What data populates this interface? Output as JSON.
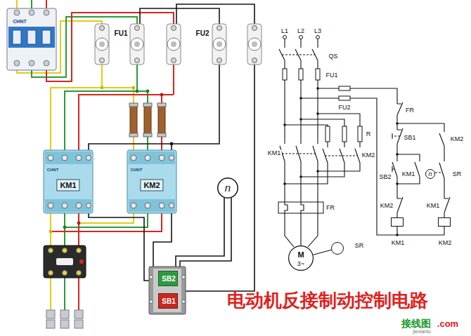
{
  "diagram": {
    "title": "电动机反接制动控制电路",
    "nodes": [
      {
        "text": [
          "CHNT"
        ]
      },
      {
        "text": [
          "CHNT",
          "KM1"
        ]
      },
      {
        "text": [
          "CHNT",
          "KM2"
        ]
      },
      {
        "text": [
          "n"
        ]
      },
      {
        "text": [
          "SB2"
        ]
      },
      {
        "text": [
          "SB1"
        ]
      },
      {
        "text": [
          "n"
        ]
      },
      {
        "text": [
          "KM1"
        ]
      },
      {
        "text": [
          "KM2"
        ]
      },
      {
        "text": [
          "M",
          "3~"
        ]
      },
      {
        "text": [
          "SR"
        ]
      }
    ],
    "edges": [
      {
        "from": 9,
        "to": 10,
        "arrow": "none"
      }
    ],
    "labels": [
      "FU1",
      "FU2",
      "L1",
      "L2",
      "L3",
      "QS",
      "FU1",
      "FU2",
      "FR",
      "SB1",
      "KM2",
      "R",
      "KM1",
      "KM2",
      "SB2",
      "KM1",
      "SR",
      "KM2",
      "KM1",
      "FR",
      "接线图",
      ".com",
      "jiexiantu"
    ]
  }
}
